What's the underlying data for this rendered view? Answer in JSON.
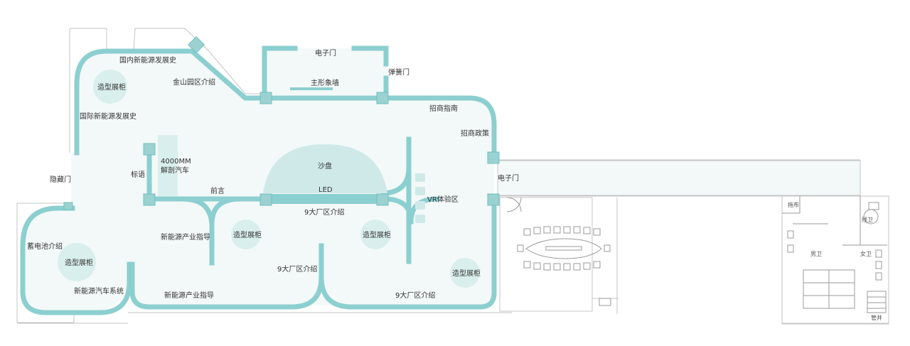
{
  "colors": {
    "wall": "#8ccfd0",
    "wall_dark": "#6fbfc0",
    "floor": "#f3f9f8",
    "shade": "#d9efee",
    "line": "#b9b9b9",
    "text": "#333333"
  },
  "labels": {
    "guonei_history": "国内新能源发展史",
    "jinshan_intro": "金山园区介绍",
    "model_cabinet_1": "造型展柜",
    "guoji_history": "国际新能源发展史",
    "car_4000": "4000MM",
    "car_dissect": "解剖汽车",
    "biaoyu": "标语",
    "hidden_door": "隐藏门",
    "electronic_door_top": "电子门",
    "spring_door": "弹簧门",
    "main_wall": "主形象墙",
    "investment_guide": "招商指南",
    "investment_policy": "招商政策",
    "sand_table": "沙盘",
    "led": "LED",
    "preface": "前言",
    "nine_factories_1": "9大厂区介绍",
    "vr_area": "VR体验区",
    "electronic_door_right": "电子门",
    "industry_guide_1": "新能源产业指导",
    "model_cabinet_2": "造型展柜",
    "model_cabinet_3": "造型展柜",
    "battery_intro": "蓄电池介绍",
    "model_cabinet_4": "造型展柜",
    "nev_system": "新能源汽车系统",
    "nine_factories_2": "9大厂区介绍",
    "industry_guide_2": "新能源产业指导",
    "nine_factories_3": "9大厂区介绍",
    "model_cabinet_5": "造型展柜",
    "mens_toilet": "男卫",
    "womens_toilet": "女卫",
    "disabled_toilet": "残卫",
    "mop_room": "拖布",
    "pipe_well": "管井"
  }
}
